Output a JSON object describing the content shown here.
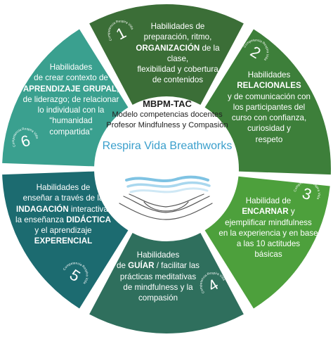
{
  "center": {
    "title": "MBPM-TAC",
    "subtitle_line1": "Modelo competencias docentes",
    "subtitle_line2": "Profesor  Mindfulness y Compasión",
    "brand": "Respira Vida Breathworks"
  },
  "badge_label": "Competencia Respira Vida",
  "segments": [
    {
      "number": "1",
      "color": "#3b6e37",
      "lines": [
        [
          [
            "Habilidades de",
            false
          ]
        ],
        [
          [
            "preparación, ritmo,",
            false
          ]
        ],
        [
          [
            "ORGANIZACIÓN",
            true
          ],
          [
            " de la clase,",
            false
          ]
        ],
        [
          [
            "flexibilidad y cobertura",
            false
          ]
        ],
        [
          [
            "de contenidos",
            false
          ]
        ]
      ]
    },
    {
      "number": "2",
      "color": "#3d7f3a",
      "lines": [
        [
          [
            "Habilidades",
            false
          ]
        ],
        [
          [
            "RELACIONALES",
            true
          ]
        ],
        [
          [
            "y de comunicación con",
            false
          ]
        ],
        [
          [
            "los participantes del",
            false
          ]
        ],
        [
          [
            "curso con confianza,",
            false
          ]
        ],
        [
          [
            "curiosidad y",
            false
          ]
        ],
        [
          [
            "respeto",
            false
          ]
        ]
      ]
    },
    {
      "number": "3",
      "color": "#4da03c",
      "lines": [
        [
          [
            "Habilidad de",
            false
          ]
        ],
        [
          [
            "ENCARNAR",
            true
          ],
          [
            " y",
            false
          ]
        ],
        [
          [
            "ejemplificar mindfulness",
            false
          ]
        ],
        [
          [
            "en la experiencia y en base",
            false
          ]
        ],
        [
          [
            "a las 10 actitudes",
            false
          ]
        ],
        [
          [
            "básicas",
            false
          ]
        ]
      ]
    },
    {
      "number": "4",
      "color": "#2f6f5d",
      "lines": [
        [
          [
            "Habilidades",
            false
          ]
        ],
        [
          [
            "de ",
            false
          ],
          [
            "GUÍAR",
            true
          ],
          [
            " / facilitar  las",
            false
          ]
        ],
        [
          [
            "prácticas meditativas",
            false
          ]
        ],
        [
          [
            "de mindfulness y la",
            false
          ]
        ],
        [
          [
            "compasión",
            false
          ]
        ]
      ]
    },
    {
      "number": "5",
      "color": "#1c6b70",
      "lines": [
        [
          [
            "Habilidades de",
            false
          ]
        ],
        [
          [
            "enseñar a través de la",
            false
          ]
        ],
        [
          [
            "INDAGACIÓN",
            true
          ],
          [
            " interactiva,",
            false
          ]
        ],
        [
          [
            "la enseñanza ",
            false
          ],
          [
            "DIDÁCTICA",
            true
          ]
        ],
        [
          [
            "y el aprendizaje",
            false
          ]
        ],
        [
          [
            "EXPERENCIAL",
            true
          ]
        ]
      ]
    },
    {
      "number": "6",
      "color": "#3aa08f",
      "lines": [
        [
          [
            "Habilidades",
            false
          ]
        ],
        [
          [
            "de crear contexto de",
            false
          ]
        ],
        [
          [
            "APRENDIZAJE GRUPAL",
            true
          ],
          [
            ";",
            false
          ]
        ],
        [
          [
            "de liderazgo; de relacionar",
            false
          ]
        ],
        [
          [
            "lo individual con la",
            false
          ]
        ],
        [
          [
            "“humanidad",
            false
          ]
        ],
        [
          [
            "compartida”",
            false
          ]
        ]
      ]
    }
  ]
}
